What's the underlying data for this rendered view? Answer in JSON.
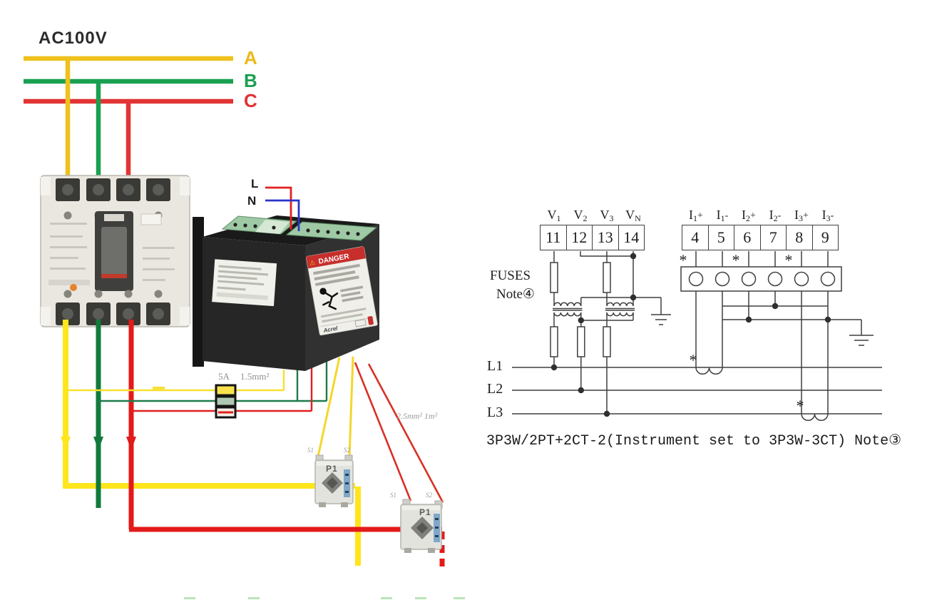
{
  "page": {
    "background": "#ffffff"
  },
  "left": {
    "source_label": "AC100V",
    "phases": [
      {
        "label": "A",
        "color": "#EFC11D"
      },
      {
        "label": "B",
        "color": "#19A050"
      },
      {
        "label": "C",
        "color": "#E23434"
      }
    ],
    "meter_inputs": {
      "live_label": "L",
      "neutral_label": "N",
      "live_color": "#E32020",
      "neutral_color": "#2A35C8"
    },
    "fuse_row": {
      "rating": "5A",
      "wire_size": "1.5mm²"
    },
    "ct_lead_note": "2.5mm² 1m²",
    "ct1": {
      "name": "P1",
      "s1": "S1",
      "s2": "S2"
    },
    "ct2": {
      "name": "P1",
      "s1": "S1",
      "s2": "S2"
    },
    "meter": {
      "warning_icon": "⚠",
      "warning": "DANGER",
      "brand": "Acrel"
    }
  },
  "schematic": {
    "voltage_terminals": [
      {
        "base": "V",
        "sub": "1",
        "number": "11"
      },
      {
        "base": "V",
        "sub": "2",
        "number": "12"
      },
      {
        "base": "V",
        "sub": "3",
        "number": "13"
      },
      {
        "base": "V",
        "sub": "N",
        "number": "14"
      }
    ],
    "current_terminals": [
      {
        "base": "I",
        "sub": "1",
        "sign": "+",
        "number": "4"
      },
      {
        "base": "I",
        "sub": "1",
        "sign": "-",
        "number": "5"
      },
      {
        "base": "I",
        "sub": "2",
        "sign": "+",
        "number": "6"
      },
      {
        "base": "I",
        "sub": "2",
        "sign": "-",
        "number": "7"
      },
      {
        "base": "I",
        "sub": "3",
        "sign": "+",
        "number": "8"
      },
      {
        "base": "I",
        "sub": "3",
        "sign": "-",
        "number": "9"
      }
    ],
    "fuses_label": "FUSES",
    "fuses_note": "Note④",
    "polarity_mark": "*",
    "lines": [
      {
        "label": "L1"
      },
      {
        "label": "L2"
      },
      {
        "label": "L3"
      }
    ],
    "caption": "3P3W/2PT+2CT-2(Instrument set to 3P3W-3CT) Note③"
  }
}
